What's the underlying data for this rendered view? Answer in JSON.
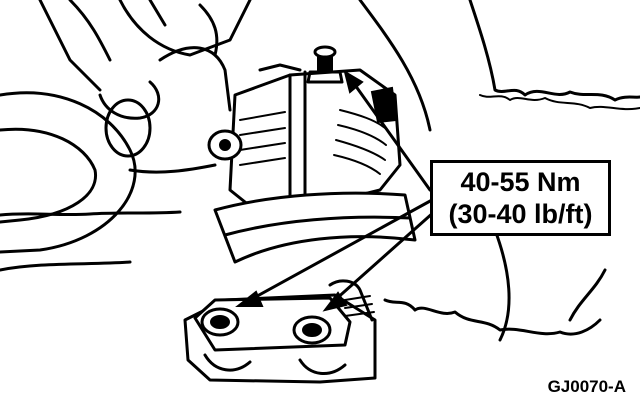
{
  "callout": {
    "torque_nm": "40-55 Nm",
    "torque_lbft": "(30-40 lb/ft)"
  },
  "figure_code": "GJ0070-A"
}
